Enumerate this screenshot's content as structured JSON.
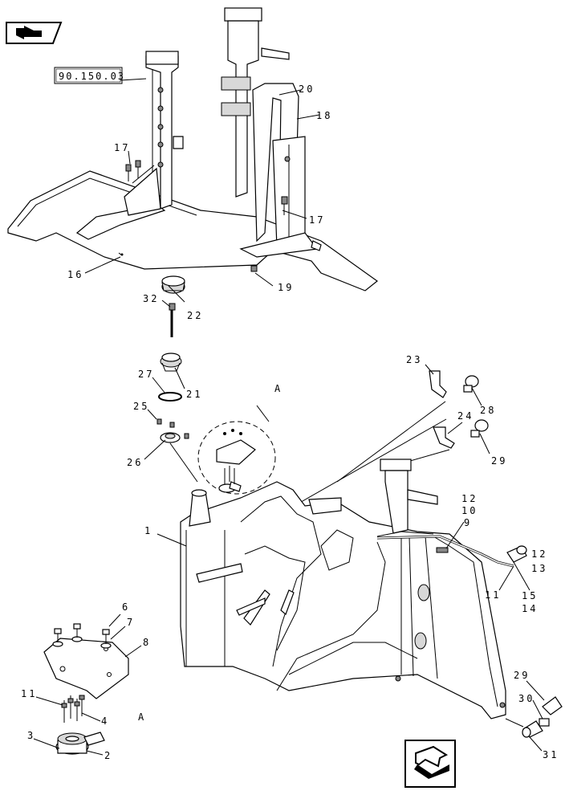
{
  "diagram": {
    "reference_box": "90.150.03",
    "view_label_A": "A",
    "detail_label_A": "A",
    "callouts": {
      "p1": "1",
      "p2": "2",
      "p3": "3",
      "p4": "4",
      "p6": "6",
      "p7": "7",
      "p8": "8",
      "p9": "9",
      "p10": "10",
      "p11a": "11",
      "p11b": "11",
      "p12a": "12",
      "p12b": "12",
      "p13": "13",
      "p14": "14",
      "p15": "15",
      "p16": "16",
      "p17a": "17",
      "p17b": "17",
      "p18": "18",
      "p19": "19",
      "p20": "20",
      "p21": "21",
      "p22": "22",
      "p23": "23",
      "p24": "24",
      "p25": "25",
      "p26": "26",
      "p27": "27",
      "p28": "28",
      "p29a": "29",
      "p29b": "29",
      "p30": "30",
      "p31": "31",
      "p32": "32"
    },
    "icons": {
      "top_left": "previous-page-arrow-icon",
      "bottom_right": "next-page-arrow-icon"
    }
  }
}
